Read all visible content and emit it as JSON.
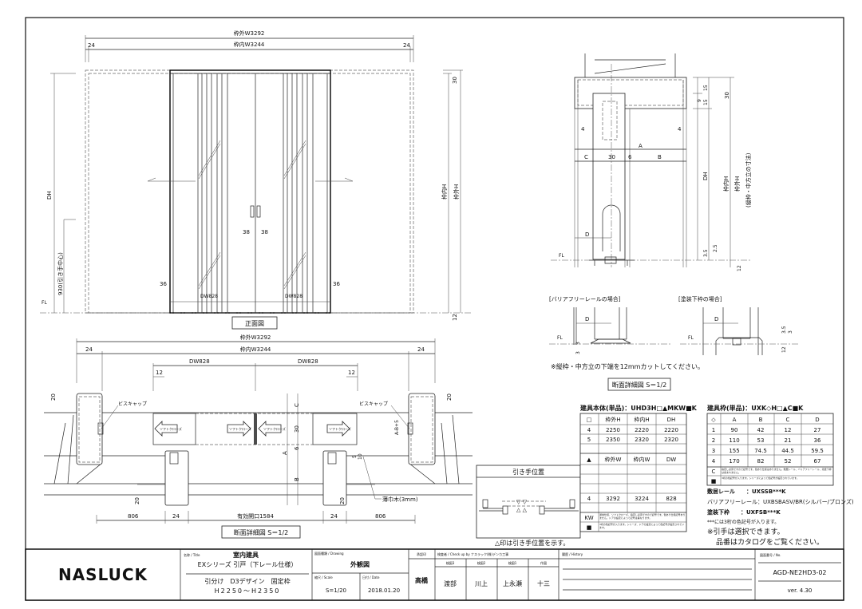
{
  "front_view": {
    "outer_width": "枠外W3292",
    "inner_width": "枠内W3244",
    "side_left": "24",
    "side_right": "24",
    "dh": "DH",
    "handle_height": "930(引き手中心)",
    "fl": "FL",
    "top_gap": "30",
    "bottom_gap": "12",
    "inner_h": "枠内H",
    "outer_h": "枠外H",
    "handle_left": "38",
    "handle_right": "38",
    "edge_left": "36",
    "edge_right": "36",
    "dw_left": "DW828",
    "dw_right": "DW828",
    "label": "正面図"
  },
  "plan_section": {
    "outer_width": "枠外W3292",
    "inner_width": "枠内W3244",
    "side_left": "24",
    "side_right": "24",
    "dw_left": "DW828",
    "dw_right": "DW828",
    "gap_left": "12",
    "gap_right": "12",
    "screw_cap_left": "ビスキャップ",
    "screw_cap_right": "ビスキャップ",
    "soft_close_1": "ソフトクローズ",
    "soft_close_2": "ソフトクローズ",
    "soft_close_3": "ソフトクローズ",
    "soft_close_4": "ソフトクローズ",
    "dim_c": "C",
    "dim_30": "30",
    "dim_6": "6",
    "dim_a": "A",
    "dim_b": "B",
    "dim_ab": "A-B+5",
    "dim_20a": "20",
    "dim_20b": "20",
    "dim_20c": "20",
    "dim_20d": "20",
    "dim_5": "5",
    "dim_10": "10",
    "shim": "薄巾木(3mm)",
    "bottom_806_left": "806",
    "bottom_24_left": "24",
    "opening": "有効開口1584",
    "bottom_24_right": "24",
    "bottom_806_right": "806",
    "label": "断面詳細図 S＝1/2"
  },
  "vertical_section": {
    "dim_4_left": "4",
    "dim_4_right": "4",
    "dim_a": "A",
    "dim_c": "C",
    "dim_30": "30",
    "dim_6": "6",
    "dim_b": "B",
    "dim_d": "D",
    "dim_9": "9",
    "dim_15a": "15",
    "dim_15b": "15",
    "dim_30v": "30",
    "dh": "DH",
    "inner_h": "枠内H",
    "outer_h": "枠外H",
    "note_h": "(縦枠・中方立の寸法)",
    "dim_35": "3.5",
    "dim_25": "2.5",
    "dim_12": "12",
    "fl": "FL",
    "barrier_free_title": "[バリアフリーレールの場合]",
    "painted_title": "[塗装下枠の場合]",
    "bf_d": "D",
    "bf_3a": "3",
    "bf_3b": "3",
    "pt_d": "D",
    "pt_35": "3.5",
    "pt_3": "3",
    "pt_12": "12",
    "note": "※縦枠・中方立の下端を12mmカットしてください。",
    "label": "断面詳細図 S＝1/2"
  },
  "handle_position": {
    "title": "引き手位置",
    "note": "△印は引き手位置を示す。"
  },
  "door_table": {
    "title": "建具本体(単品)：UHD3H□▲MKW■K",
    "header_h": [
      "□",
      "枠外H",
      "枠内H",
      "DH"
    ],
    "rows_h": [
      [
        "4",
        "2250",
        "2220",
        "2220"
      ],
      [
        "5",
        "2350",
        "2320",
        "2320"
      ]
    ],
    "header_w": [
      "▲",
      "枠外W",
      "枠内W",
      "DW"
    ],
    "rows_w": [
      [
        "4",
        "3292",
        "3224",
        "828"
      ]
    ],
    "kw_label": "KW",
    "kw_note": "通常仕様、ソフトクローズ、指定し必須ですので記号です。色あり仕様記号ありません。ドアの設定によって記号は異なります。",
    "sq_label": "■",
    "sq_note": "3桁の色記号が入ります。シリーズ、ドアの設定によって色記号が設定されています。"
  },
  "frame_table": {
    "title": "建具枠(単品)：UXK◇H□▲C■K",
    "header": [
      "◇",
      "A",
      "B",
      "C",
      "D"
    ],
    "rows": [
      [
        "1",
        "90",
        "42",
        "12",
        "27"
      ],
      [
        "2",
        "110",
        "53",
        "21",
        "36"
      ],
      [
        "3",
        "155",
        "74.5",
        "44.5",
        "59.5"
      ],
      [
        "4",
        "170",
        "82",
        "52",
        "67"
      ]
    ],
    "c_label": "C",
    "c_note": "指定し必須ですので記号です。色あり仕様はありません。敷居レール、バリアフリーレール、塗装下枠は含まれません。",
    "sq_label": "■",
    "sq_note": "3桁の色記号が入ります。シリーズによって色記号が設定されています。",
    "notes": [
      "敷居レール　　：UXSSB***K",
      "バリアフリーレール：UXBSBASV/BR(シルバー/ブロンズ)",
      "塗装下枠　　：UXFSB***K",
      "***には3桁の色記号が入ります。",
      "※引手は選択できます。",
      "品番はカタログをご覧ください。"
    ]
  },
  "title_block": {
    "logo": "NASLUCK",
    "title_caption": "名称 / Title",
    "title_line1": "室内建具",
    "title_line2": "EXシリーズ 引戸（下レール仕様）",
    "title_line3": "引分け　D3デザイン　固定枠",
    "title_line4": "H2250～H2350",
    "drawing_caption": "図面種類 / Drawing",
    "drawing_type": "外観図",
    "scale_caption": "縮尺 / Scale",
    "scale": "S=1/20",
    "date_caption": "日付 / Date",
    "date": "2018.01.20",
    "approve_caption": "承認印",
    "approver": "高橋",
    "check_caption": "検査者 / Check up by ナスラック(株)デンカ工事",
    "checkers": [
      {
        "caption": "検図3",
        "name": "渡部"
      },
      {
        "caption": "検図2",
        "name": "川上"
      },
      {
        "caption": "検図1",
        "name": "上永瀬"
      },
      {
        "caption": "作図",
        "name": "十三"
      }
    ],
    "history_caption": "履歴 / History",
    "no_caption": "図面番号 / No.",
    "drawing_no": "AGD-NE2HD3-02",
    "version": "ver. 4.30"
  }
}
